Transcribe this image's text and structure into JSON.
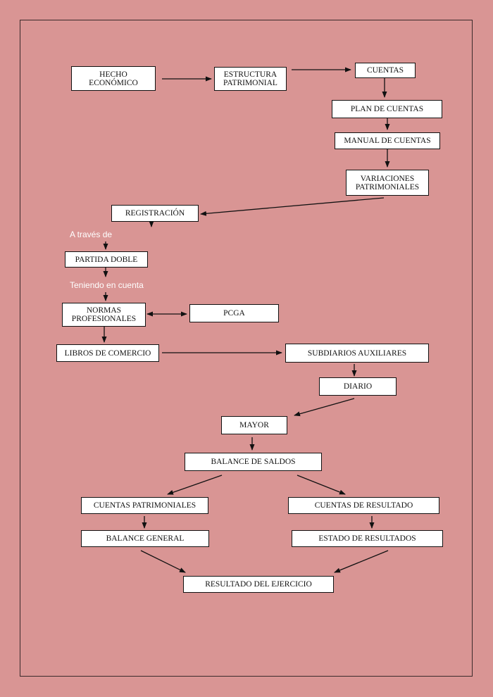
{
  "diagram": {
    "nodes": {
      "hecho_economico": "HECHO\nECONÓMICO",
      "estructura_patrimonial": "ESTRUCTURA\nPATRIMONIAL",
      "cuentas": "CUENTAS",
      "plan_de_cuentas": "PLAN DE CUENTAS",
      "manual_de_cuentas": "MANUAL DE CUENTAS",
      "variaciones_patrimoniales": "VARIACIONES\nPATRIMONIALES",
      "registracion": "REGISTRACIÓN",
      "partida_doble": "PARTIDA DOBLE",
      "normas_profesionales": "NORMAS\nPROFESIONALES",
      "pcga": "PCGA",
      "libros_de_comercio": "LIBROS DE COMERCIO",
      "subdiarios_auxiliares": "SUBDIARIOS AUXILIARES",
      "diario": "DIARIO",
      "mayor": "MAYOR",
      "balance_de_saldos": "BALANCE DE SALDOS",
      "cuentas_patrimoniales": "CUENTAS PATRIMONIALES",
      "cuentas_de_resultado": "CUENTAS DE RESULTADO",
      "balance_general": "BALANCE GENERAL",
      "estado_de_resultados": "ESTADO DE RESULTADOS",
      "resultado_del_ejercicio": "RESULTADO DEL EJERCICIO"
    },
    "notes": {
      "a_traves_de": "A través de",
      "teniendo_en_cuenta": "Teniendo en cuenta"
    }
  }
}
